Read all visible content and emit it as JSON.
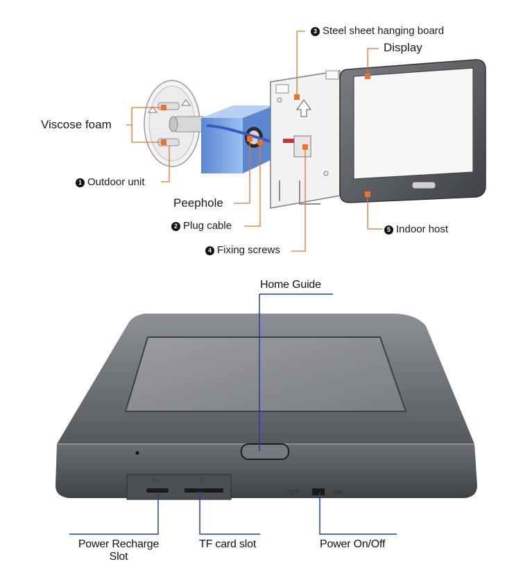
{
  "top_diagram": {
    "labels": {
      "steel_board": {
        "number": "3",
        "text": "Steel sheet hanging board"
      },
      "display": {
        "text": "Display"
      },
      "viscose_foam": {
        "text": "Viscose foam"
      },
      "outdoor_unit": {
        "number": "1",
        "text": "Outdoor unit"
      },
      "peephole": {
        "text": "Peephole"
      },
      "plug_cable": {
        "number": "2",
        "text": "Plug cable"
      },
      "fixing_screws": {
        "number": "4",
        "text": "Fixing screws"
      },
      "indoor_host": {
        "number": "5",
        "text": "Indoor host"
      }
    },
    "callout_color": "#e8742a",
    "cable_color": "#3a57c4",
    "foam_color": "#7fa8e6"
  },
  "bottom_diagram": {
    "labels": {
      "home_guide": "Home Guide",
      "power_recharge_line1": "Power Recharge",
      "power_recharge_line2": "Slot",
      "tf_card_slot": "TF card slot",
      "power_onoff": "Power On/Off"
    },
    "port_marks": {
      "usb": "5V⎓",
      "tf": "TF",
      "off": "OFF",
      "on": "ON"
    },
    "callout_color": "#1f3fa8",
    "device_color": "#5a5d61"
  }
}
